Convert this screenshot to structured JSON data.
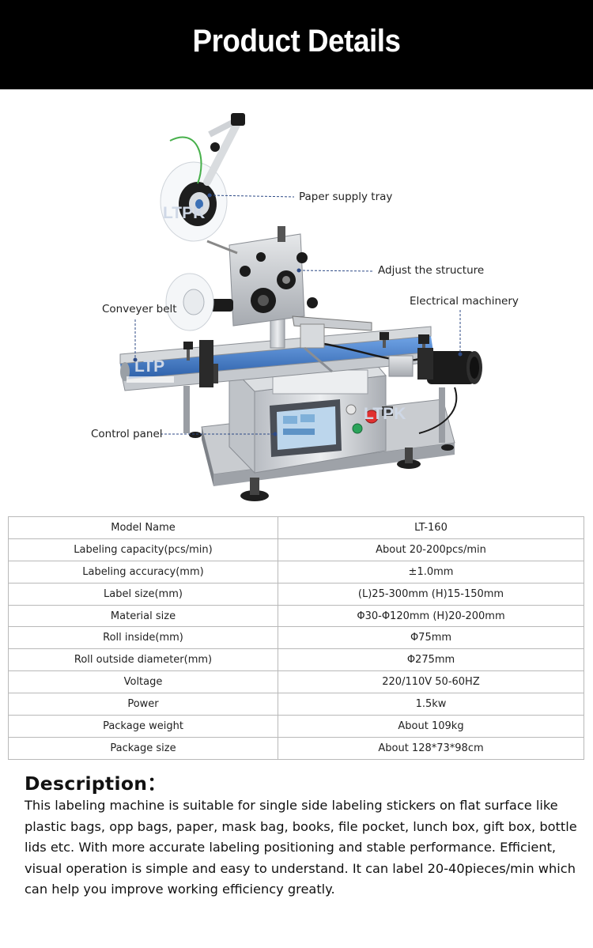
{
  "header": {
    "title": "Product Details"
  },
  "watermark": "LTPK",
  "callouts": {
    "paper_supply_tray": "Paper supply tray",
    "adjust_structure": "Adjust the structure",
    "electrical_machinery": "Electrical machinery",
    "conveyer_belt": "Conveyer belt",
    "control_panel": "Control panel"
  },
  "specs": [
    {
      "name": "Model Name",
      "value": "LT-160"
    },
    {
      "name": "Labeling capacity(pcs/min)",
      "value": "About 20-200pcs/min"
    },
    {
      "name": "Labeling accuracy(mm)",
      "value": "±1.0mm"
    },
    {
      "name": "Label size(mm)",
      "value": "(L)25-300mm (H)15-150mm"
    },
    {
      "name": "Material size",
      "value": "Φ30-Φ120mm (H)20-200mm"
    },
    {
      "name": "Roll inside(mm)",
      "value": "Φ75mm"
    },
    {
      "name": "Roll outside diameter(mm)",
      "value": "Φ275mm"
    },
    {
      "name": "Voltage",
      "value": "220/110V 50-60HZ"
    },
    {
      "name": "Power",
      "value": "1.5kw"
    },
    {
      "name": "Package weight",
      "value": "About 109kg"
    },
    {
      "name": "Package size",
      "value": "About 128*73*98cm"
    }
  ],
  "description": {
    "title": "Description：",
    "body": "This labeling machine is suitable for single side labeling stickers on flat surface like plastic bags, opp bags, paper, mask bag, books, file pocket, lunch box, gift box, bottle lids etc. With more accurate labeling positioning and stable performance. Efficient, visual operation is simple and easy to understand. It can label 20-40pieces/min which can help you improve working efficiency greatly."
  },
  "colors": {
    "header_bg": "#000000",
    "header_text": "#ffffff",
    "belt": "#3a78c9",
    "stop_button": "#e03030",
    "start_button": "#2aa35a"
  }
}
